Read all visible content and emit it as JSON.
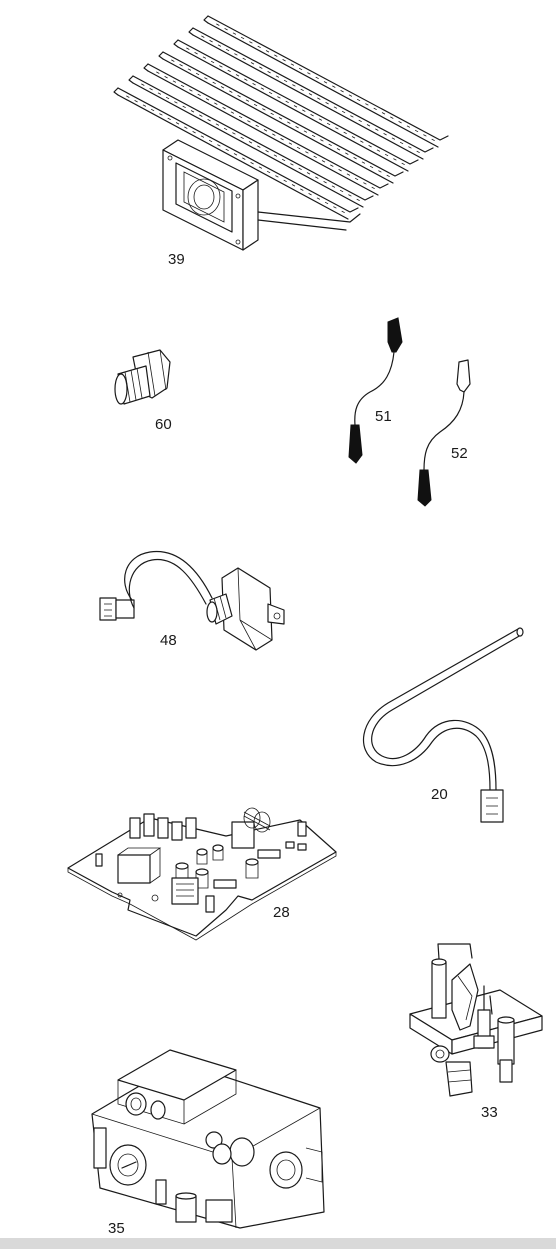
{
  "parts": [
    {
      "ref": "39"
    },
    {
      "ref": "60"
    },
    {
      "ref": "51"
    },
    {
      "ref": "52"
    },
    {
      "ref": "48"
    },
    {
      "ref": "20"
    },
    {
      "ref": "28"
    },
    {
      "ref": "33"
    },
    {
      "ref": "35"
    }
  ]
}
